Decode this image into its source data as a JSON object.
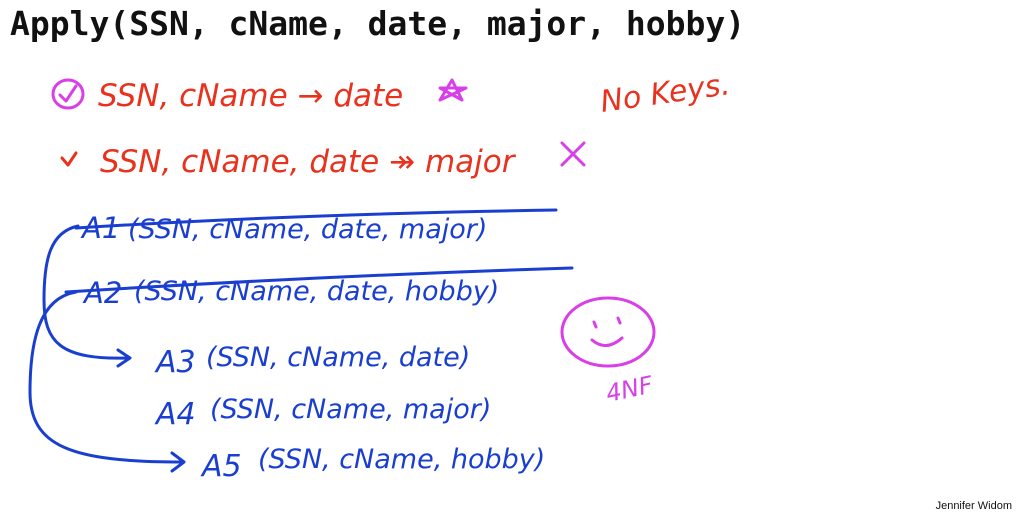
{
  "slide": {
    "title": "Apply(SSN, cName, date, major, hobby)",
    "credit": "Jennifer Widom"
  },
  "annotations": {
    "fd1": "SSN, cName → date",
    "fd2": "SSN, cName, date ↠ major",
    "no_keys": "No Keys.",
    "smiley_label": "4NF"
  },
  "relations": [
    {
      "name": "A1",
      "attributes": "(SSN, cName, date, major)",
      "crossed_out": true
    },
    {
      "name": "A2",
      "attributes": "(SSN, cName, date, hobby)",
      "crossed_out": true
    },
    {
      "name": "A3",
      "attributes": "(SSN, cName, date)",
      "crossed_out": false
    },
    {
      "name": "A4",
      "attributes": "(SSN, cName, major)",
      "crossed_out": false
    },
    {
      "name": "A5",
      "attributes": "(SSN, cName, hobby)",
      "crossed_out": false
    }
  ],
  "colors": {
    "title": "#111111",
    "red_ink": "#e8321e",
    "magenta_ink": "#d93fe8",
    "blue_ink": "#1a3fd0"
  }
}
